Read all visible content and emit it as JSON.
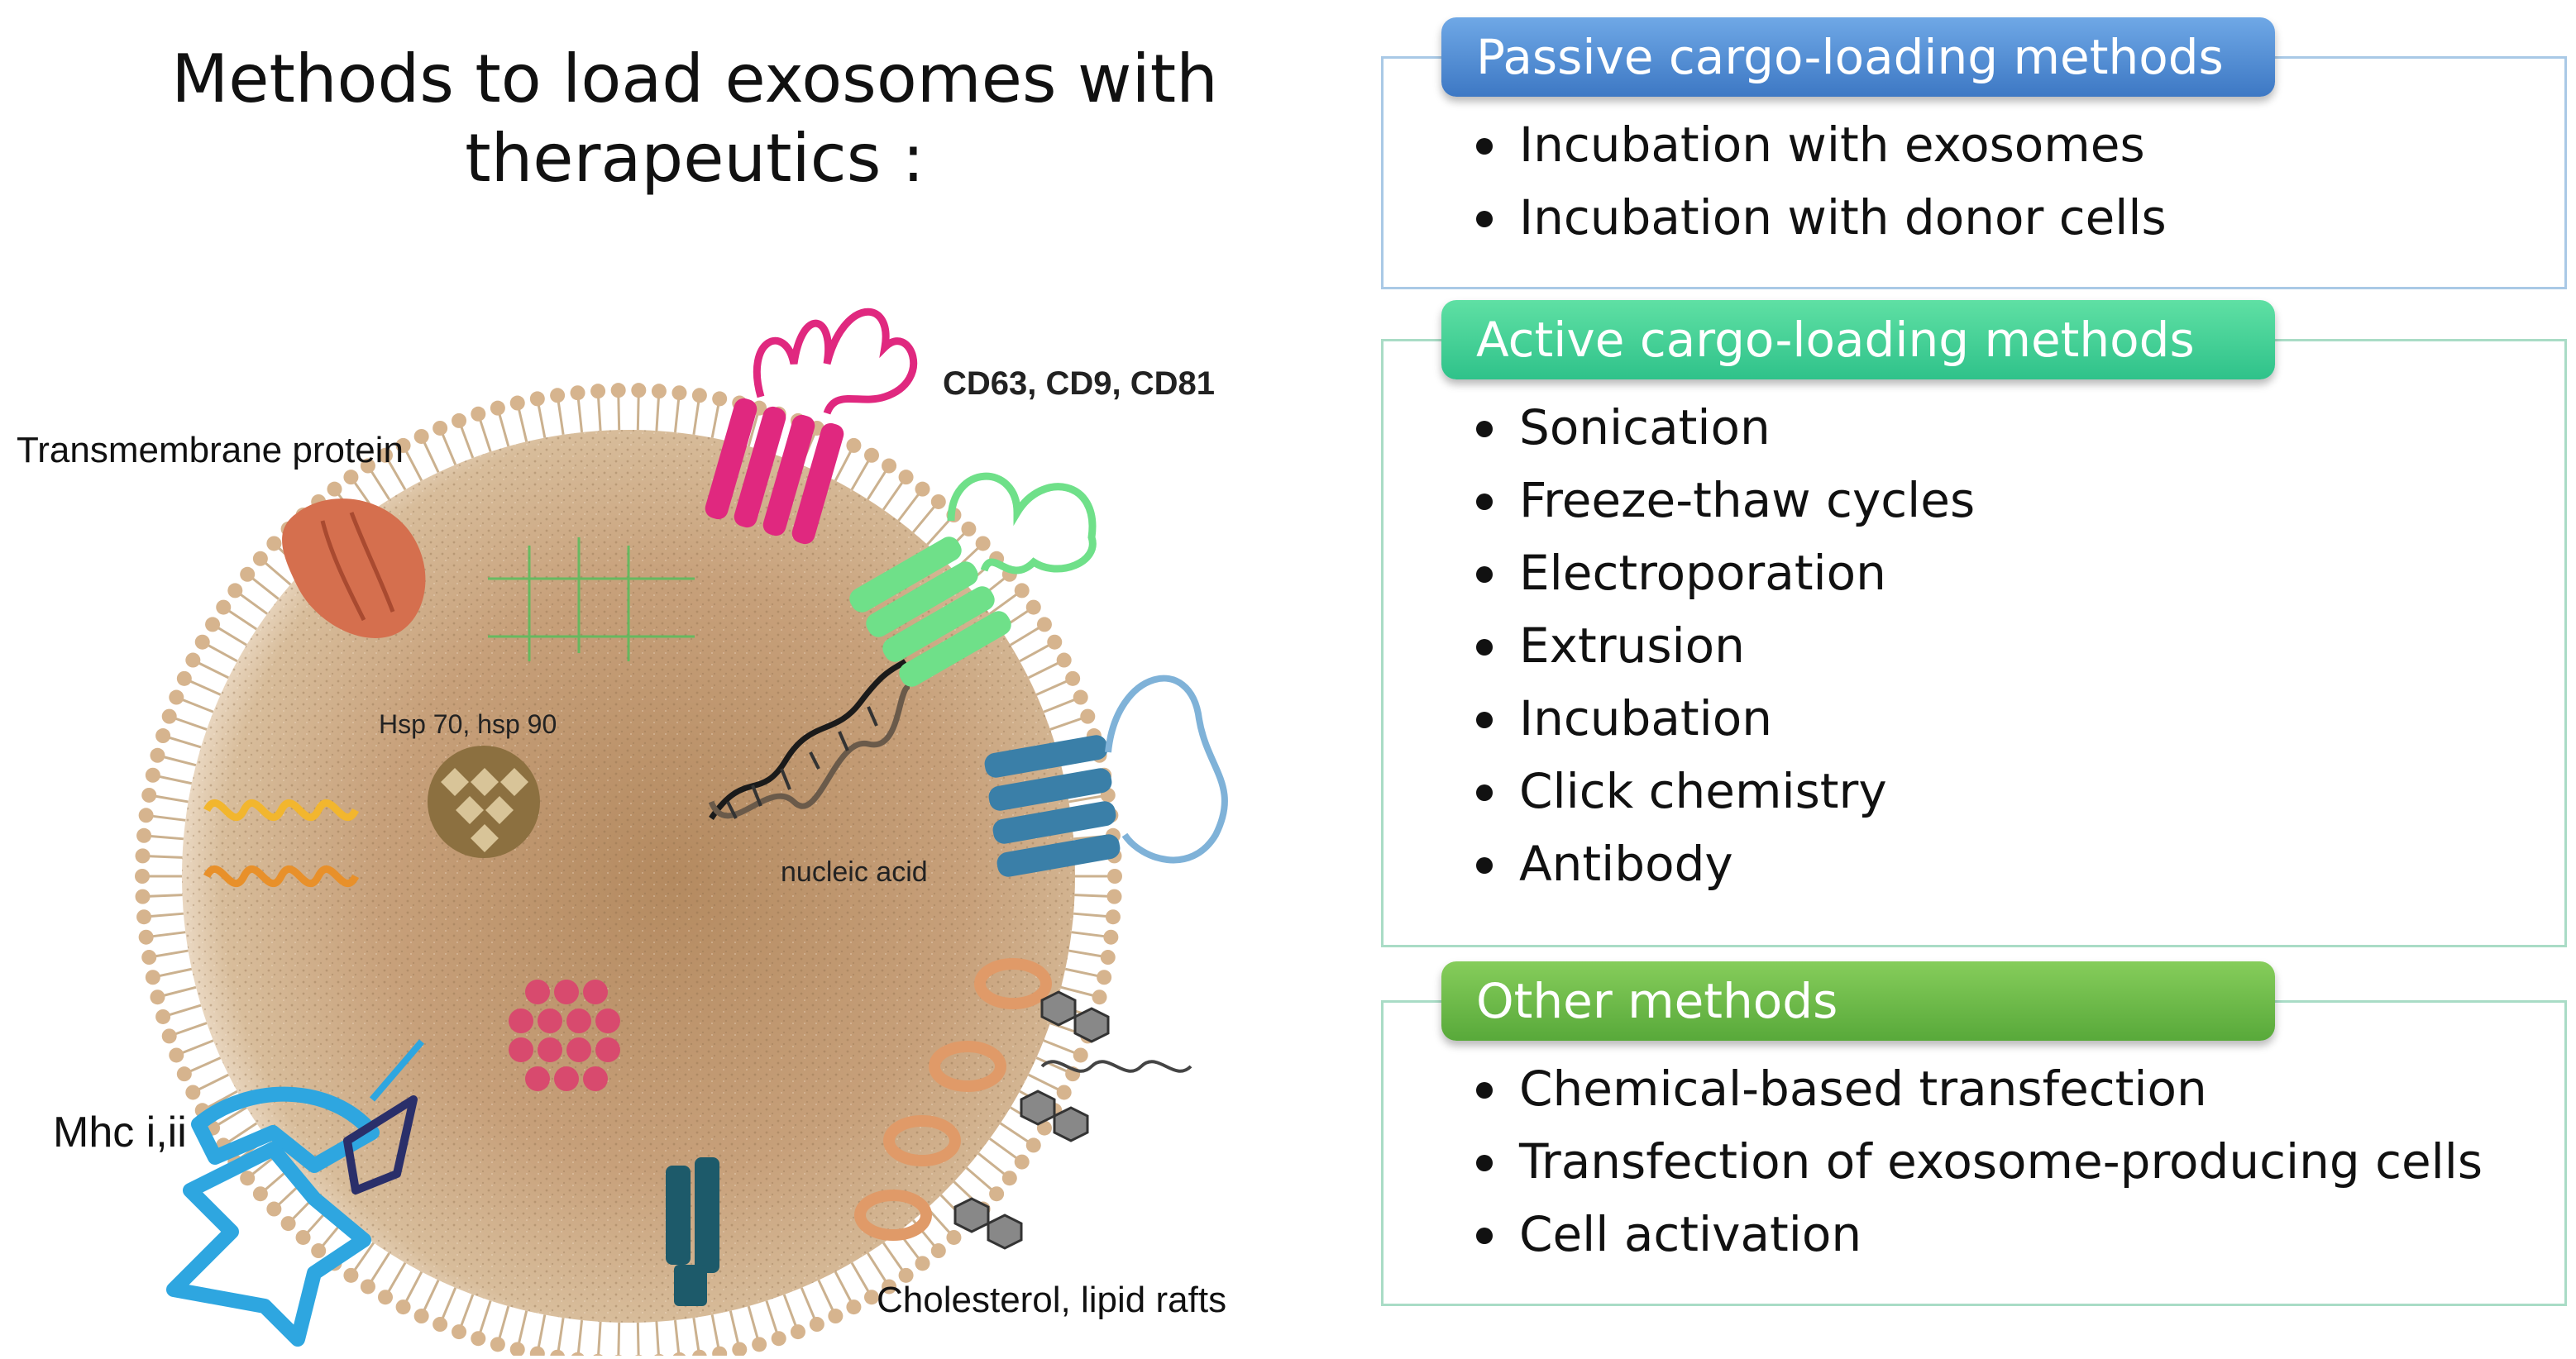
{
  "title": {
    "line1": "Methods to load exosomes with",
    "line2": "therapeutics :"
  },
  "diagram": {
    "labels": {
      "transmembrane": "Transmembrane protein",
      "tetraspanins": "CD63, CD9, CD81",
      "hsp": "Hsp 70, hsp 90",
      "nucleic": "nucleic acid",
      "mhc": "Mhc i,ii",
      "cholesterol": "Cholesterol, lipid rafts"
    },
    "colors": {
      "exosome_core": "#c9a27a",
      "membrane": "#d6b48e",
      "cd63": "#e0287f",
      "cd9": "#6fe089",
      "cd81": "#3a7fa8",
      "transmembrane": "#d56f4e",
      "mhc": "#2ea6e0",
      "helix": "#f2b62e"
    }
  },
  "panels": [
    {
      "title": "Passive cargo-loading methods",
      "color": "#4f8ad4",
      "items": [
        "Incubation with exosomes",
        "Incubation with donor cells"
      ]
    },
    {
      "title": "Active cargo-loading methods",
      "color": "#3ccf93",
      "items": [
        "Sonication",
        "Freeze-thaw cycles",
        "Electroporation",
        "Extrusion",
        "Incubation",
        "Click chemistry",
        "Antibody"
      ]
    },
    {
      "title": "Other methods",
      "color": "#66b746",
      "items": [
        "Chemical-based transfection",
        "Transfection of exosome-producing cells",
        "Cell activation"
      ]
    }
  ]
}
